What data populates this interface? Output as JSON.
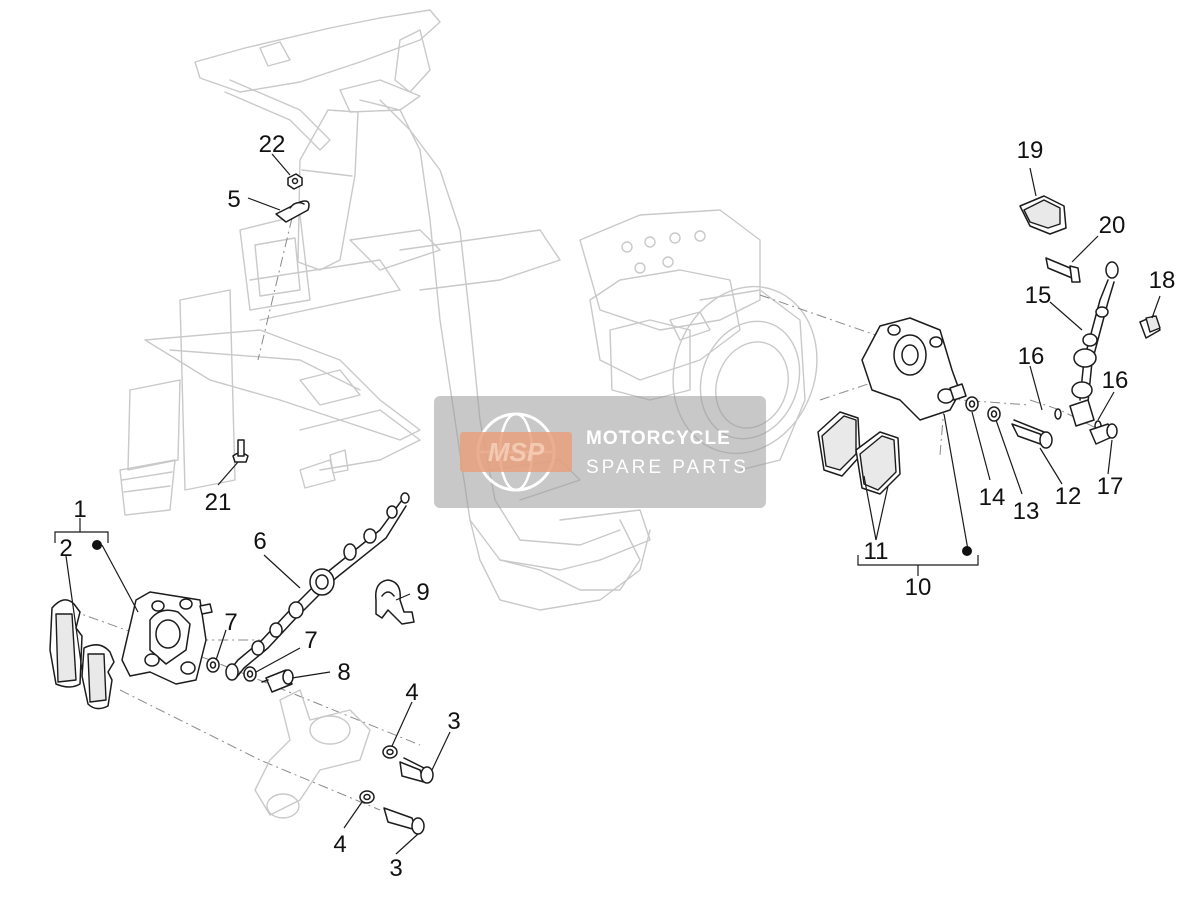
{
  "callouts": {
    "c1": "1",
    "c2": "2",
    "c3a": "3",
    "c3b": "3",
    "c4a": "4",
    "c4b": "4",
    "c5": "5",
    "c6": "6",
    "c7a": "7",
    "c7b": "7",
    "c8": "8",
    "c9": "9",
    "c10": "10",
    "c11": "11",
    "c12": "12",
    "c13": "13",
    "c14": "14",
    "c15": "15",
    "c16a": "16",
    "c16b": "16",
    "c17": "17",
    "c18": "18",
    "c19": "19",
    "c20": "20",
    "c21": "21",
    "c22": "22"
  },
  "watermark": {
    "badge": "MSP",
    "line1": "MOTORCYCLE",
    "line2": "SPARE PARTS"
  }
}
